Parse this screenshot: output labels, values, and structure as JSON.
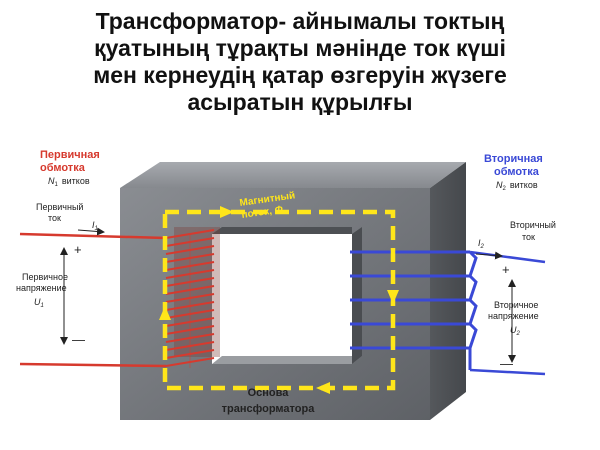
{
  "title": {
    "lines": [
      "Трансформатор- айнымалы токтың",
      "қуатының тұрақты мәнінде ток күші",
      "мен кернеудің қатар өзгеруін жүзеге",
      "асыратын құрылғы"
    ]
  },
  "diagram": {
    "primary_winding": {
      "line1": "Первичная",
      "line2": "обмотка",
      "turns_sym": "N",
      "turns_sub": "1",
      "turns_word": "витков",
      "color": "#d63a2e"
    },
    "secondary_winding": {
      "line1": "Вторичная",
      "line2": "обмотка",
      "turns_sym": "N",
      "turns_sub": "2",
      "turns_word": "витков",
      "color": "#3a49d6"
    },
    "primary_current": {
      "line1": "Первичный",
      "line2": "ток",
      "sym": "I",
      "sub": "1"
    },
    "secondary_current": {
      "line1": "Вторичный",
      "line2": "ток",
      "sym": "I",
      "sub": "2"
    },
    "primary_voltage": {
      "line1": "Первичное",
      "line2": "напряжение",
      "sym": "U",
      "sub": "1"
    },
    "secondary_voltage": {
      "line1": "Вторичное",
      "line2": "напряжение",
      "sym": "U",
      "sub": "2"
    },
    "magnetic_flux": {
      "line1": "Магнитный",
      "line2": "поток,",
      "sym": "Φ"
    },
    "core_label": {
      "line1": "Основа",
      "line2": "трансформатора"
    },
    "plus": "+",
    "minus": "—",
    "colors": {
      "core": "#6f7277",
      "flux": "#ffe61a",
      "text": "#222222"
    }
  }
}
